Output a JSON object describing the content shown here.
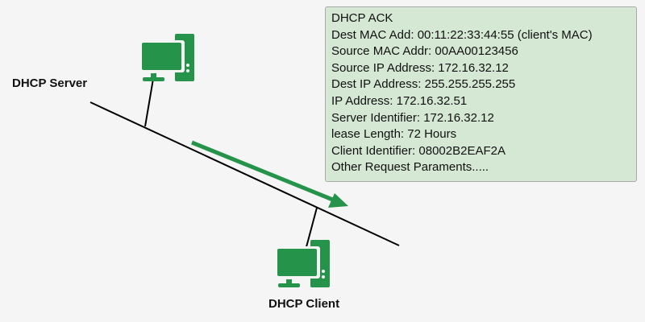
{
  "server_label": "DHCP Server",
  "client_label": "DHCP Client",
  "packet": {
    "lines": [
      "DHCP ACK",
      "Dest MAC Add: 00:11:22:33:44:55 (client's MAC)",
      "Source MAC Addr: 00AA00123456",
      "Source IP Address: 172.16.32.12",
      "Dest IP Address: 255.255.255.255",
      "IP Address: 172.16.32.51",
      "Server Identifier: 172.16.32.12",
      "lease Length: 72 Hours",
      "Client Identifier: 08002B2EAF2A",
      "Other Request Paraments....."
    ]
  },
  "colors": {
    "icon": "#25944a",
    "box": "#d5e8d4",
    "arrow": "#25944a"
  }
}
